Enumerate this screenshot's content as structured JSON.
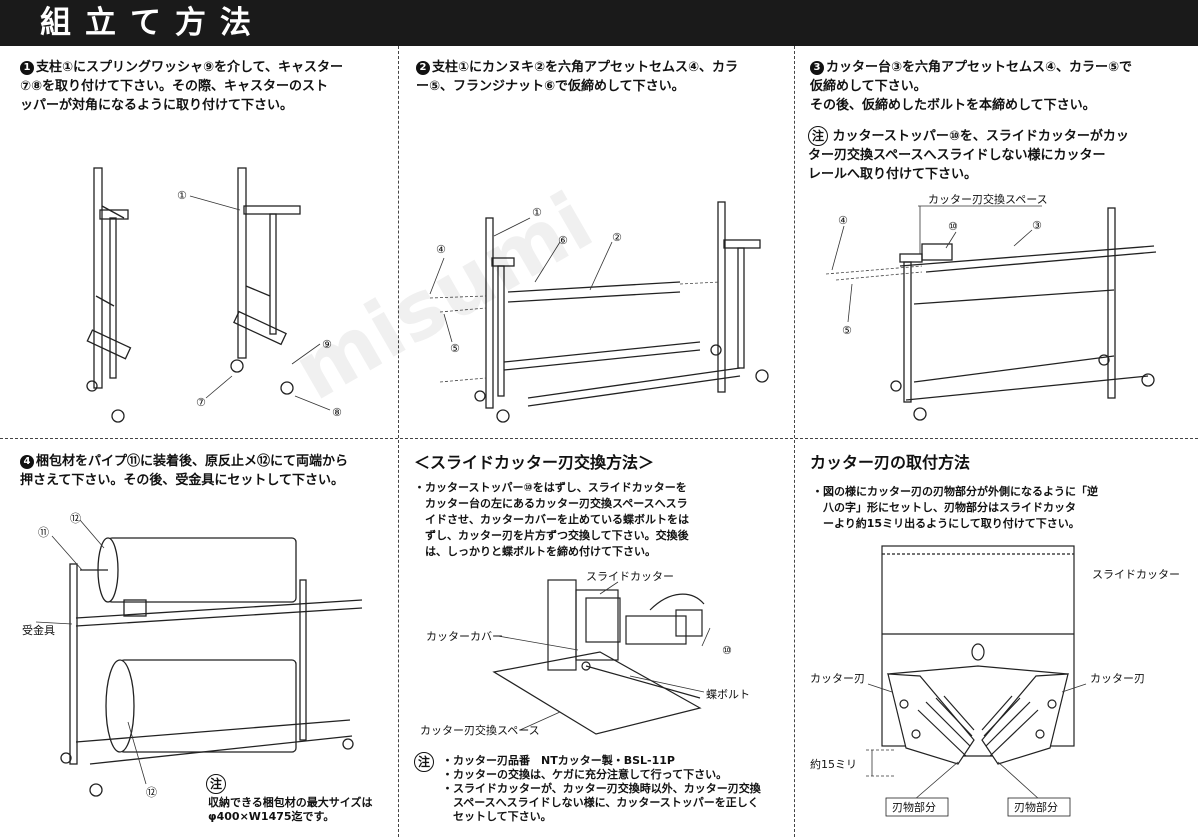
{
  "header": {
    "title": "組立て方法"
  },
  "step1": {
    "num": "1",
    "text": "支柱①にスプリングワッシャ⑨を介して、キャスター\n⑦⑧を取り付けて下さい。その際、キャスターのスト\nッパーが対角になるように取り付けて下さい。",
    "labels": {
      "post": "①",
      "washer": "⑨",
      "caster7": "⑦",
      "caster8": "⑧"
    }
  },
  "step2": {
    "num": "2",
    "text": "支柱①にカンヌキ②を六角アプセットセムス④、カラ\nー⑤、フランジナット⑥で仮締めして下さい。",
    "labels": {
      "post": "①",
      "bar": "②",
      "bolt": "④",
      "collar": "⑤",
      "nut": "⑥"
    }
  },
  "step3": {
    "num": "3",
    "text": "カッター台③を六角アプセットセムス④、カラー⑤で\n仮締めして下さい。\nその後、仮締めしたボルトを本締めして下さい。",
    "note_badge": "注",
    "note_text": "カッターストッパー⑩を、スライドカッターがカッ\nター刃交換スペースへスライドしない様にカッター\nレールへ取り付けて下さい。",
    "labels": {
      "space": "カッター刃交換スペース",
      "stopper": "⑩",
      "table": "③",
      "bolt": "④",
      "collar": "⑤"
    }
  },
  "step4": {
    "num": "4",
    "text": "梱包材をパイプ⑪に装着後、原反止メ⑫にて両端から\n押さえて下さい。その後、受金具にセットして下さい。",
    "labels": {
      "stopper_top": "⑫",
      "pipe": "⑪",
      "bracket": "受金具",
      "stopper_bottom": "⑫"
    },
    "note_badge": "注",
    "note_text": "収納できる梱包材の最大サイズは\nφ400×W1475迄です。"
  },
  "exchange": {
    "title": "＜スライドカッター刃交換方法＞",
    "text": "・カッターストッパー⑩をはずし、スライドカッターを\n　カッター台の左にあるカッター刃交換スペースへスラ\n　イドさせ、カッターカバーを止めている蝶ボルトをは\n　ずし、カッター刃を片方ずつ交換して下さい。交換後\n　は、しっかりと蝶ボルトを締め付けて下さい。",
    "labels": {
      "slide_cutter": "スライドカッター",
      "cover": "カッターカバー",
      "stopper": "⑩",
      "wing_bolt": "蝶ボルト",
      "space": "カッター刃交換スペース"
    },
    "note_badge": "注",
    "notes": [
      "・カッター刃品番　NTカッター製・BSL-11P",
      "・カッターの交換は、ケガに充分注意して行って下さい。",
      "・スライドカッターが、カッター刃交換時以外、カッター刃交換",
      "　スペースへスライドしない様に、カッターストッパーを正しく",
      "　セットして下さい。"
    ]
  },
  "blade": {
    "title": "カッター刃の取付方法",
    "text": "・図の様にカッター刃の刃物部分が外側になるように「逆\n　八の字」形にセットし、刃物部分はスライドカッタ\n　ーより約15ミリ出るようにして取り付けて下さい。",
    "labels": {
      "slide_cutter": "スライドカッター",
      "blade_left": "カッター刃",
      "blade_right": "カッター刃",
      "protrusion": "約15ミリ",
      "edge_left": "刃物部分",
      "edge_right": "刃物部分"
    }
  },
  "watermark": "misumi"
}
